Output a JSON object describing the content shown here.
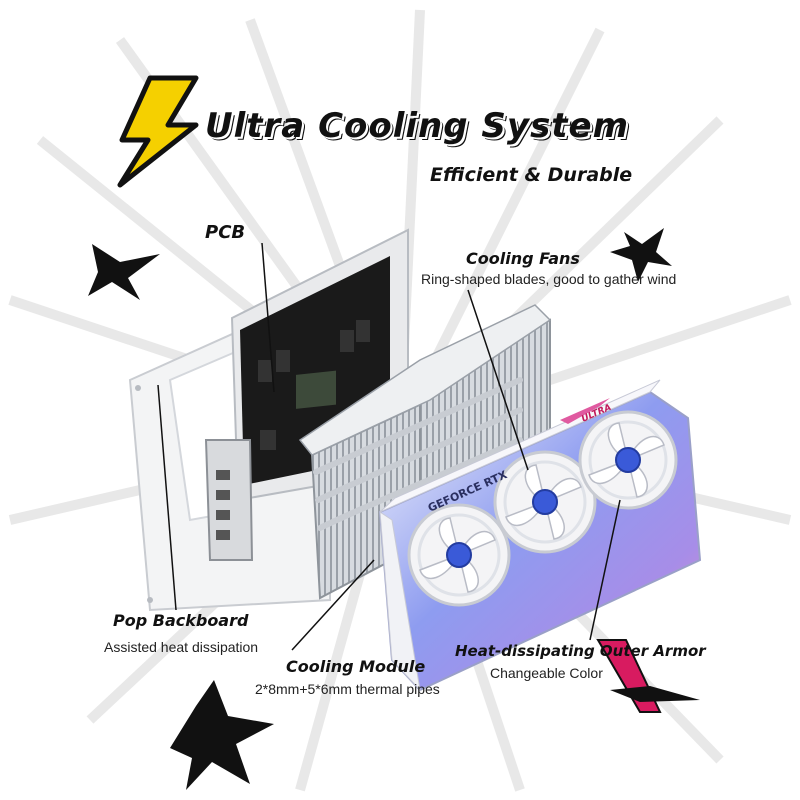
{
  "header": {
    "title": "Ultra Cooling System",
    "subtitle": "Efficient & Durable"
  },
  "callouts": {
    "pcb": {
      "label": "PCB"
    },
    "cooling_fans": {
      "label": "Cooling Fans",
      "desc": "Ring-shaped blades, good to gather wind"
    },
    "pop_backboard": {
      "label": "Pop Backboard",
      "desc": "Assisted heat dissipation"
    },
    "cooling_module": {
      "label": "Cooling Module",
      "desc": "2*8mm+5*6mm thermal pipes"
    },
    "outer_armor": {
      "label": "Heat-dissipating Outer Armor",
      "desc": "Changeable Color"
    }
  },
  "product": {
    "brand_mark": "GEFORCE RTX",
    "logo_text": "ULTRA"
  },
  "colors": {
    "lightning": "#f5d000",
    "ink": "#111111",
    "shroud_blue": "#7f8fe8",
    "shroud_pink": "#e05aa0",
    "accent_magenta": "#d81b60",
    "fan_white": "#f4f4f6",
    "heatsink": "#c9cdd3",
    "pcb": "#1a1a1a"
  }
}
